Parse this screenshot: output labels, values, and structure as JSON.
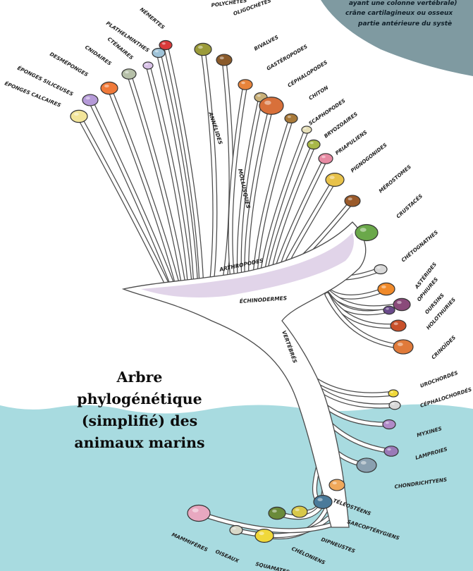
{
  "title_lines": [
    "Arbre phylogénétique",
    "(simplifié) des",
    "animaux marins"
  ],
  "corner_note": [
    "ayant une colonne vertébrale)",
    "crâne cartilagineux ou osseux",
    "partie antérieure du systè"
  ],
  "colors": {
    "sea": "#a8dbe0",
    "bubble": "#7f9aa1",
    "trunk": "#ffffff",
    "trunk_shadow": "#d9c9e3",
    "outline": "#4b4b4b"
  },
  "groups": [
    {
      "id": "annelides",
      "label": "ANNÉLIDES"
    },
    {
      "id": "mollusques",
      "label": "MOLLUSQUES"
    },
    {
      "id": "arthropodes",
      "label": "ARTHROPODES"
    },
    {
      "id": "echinodermes",
      "label": "ÉCHINODERMES"
    },
    {
      "id": "vertebres",
      "label": "VERTÉBRÉS"
    }
  ],
  "taxa": [
    {
      "id": "eponges-calcaires",
      "label": "ÉPONGES CALCAIRES",
      "icon": "sponge-icon",
      "color": "#f3e59a"
    },
    {
      "id": "eponges-siliceuses",
      "label": "ÉPONGES SILICEUSES",
      "icon": "sponge-icon",
      "color": "#b59ad8"
    },
    {
      "id": "desmeponges",
      "label": "DESMÉPONGES",
      "icon": "sponge-icon",
      "color": "#f07a3a"
    },
    {
      "id": "cnidaires",
      "label": "CNIDAIRES",
      "icon": "jellyfish-icon",
      "color": "#b6c0a8"
    },
    {
      "id": "ctenaires",
      "label": "CTÉNAIRES",
      "icon": "comb-jelly-icon",
      "color": "#d9c2e8"
    },
    {
      "id": "plathelminthes",
      "label": "PLATHELMINTHES",
      "icon": "flatworm-icon",
      "color": "#9fc3d8"
    },
    {
      "id": "nemertes",
      "label": "NÉMERTES",
      "icon": "ribbon-worm-icon",
      "color": "#d93a3a"
    },
    {
      "id": "polychetes",
      "label": "POLYCHÈTES",
      "icon": "bristle-worm-icon",
      "color": "#9b9b3a"
    },
    {
      "id": "oligochetes",
      "label": "OLIGOCHÈTES",
      "icon": "earthworm-icon",
      "color": "#8a5a2a"
    },
    {
      "id": "bivalves",
      "label": "BIVALVES",
      "icon": "shell-icon",
      "color": "#e8833a"
    },
    {
      "id": "gasteropodes",
      "label": "GASTÉROPODES",
      "icon": "snail-icon",
      "color": "#c9b078"
    },
    {
      "id": "cephalopodes",
      "label": "CÉPHALOPODES",
      "icon": "octopus-icon",
      "color": "#d8703a"
    },
    {
      "id": "chiton",
      "label": "CHITON",
      "icon": "chiton-icon",
      "color": "#a97a3a"
    },
    {
      "id": "scaphopodes",
      "label": "SCAPHOPODES",
      "icon": "tusk-shell-icon",
      "color": "#e6dfb8"
    },
    {
      "id": "bryozoaires",
      "label": "BRYOZOAIRES",
      "icon": "bryozoan-icon",
      "color": "#a8b848"
    },
    {
      "id": "priapuliens",
      "label": "PRIAPULIENS",
      "icon": "priapulid-icon",
      "color": "#e78aa3"
    },
    {
      "id": "pignogonides",
      "label": "PIGNOGONIDES",
      "icon": "sea-spider-icon",
      "color": "#e8c24a"
    },
    {
      "id": "merostomes",
      "label": "MÉROSTOMES",
      "icon": "horseshoe-crab-icon",
      "color": "#9a5a2a"
    },
    {
      "id": "crustaces",
      "label": "CRUSTACÉS",
      "icon": "crab-icon",
      "color": "#6aa84a"
    },
    {
      "id": "chetognathes",
      "label": "CHÉTOGNATHES",
      "icon": "arrow-worm-icon",
      "color": "#d8d8d8"
    },
    {
      "id": "asterides",
      "label": "ASTÉRIDES",
      "icon": "starfish-icon",
      "color": "#f08a2a"
    },
    {
      "id": "ophiures",
      "label": "OPHIURES",
      "icon": "brittle-star-icon",
      "color": "#8a4a7a"
    },
    {
      "id": "oursins",
      "label": "OURSINS",
      "icon": "sea-urchin-icon",
      "color": "#6a4a8a"
    },
    {
      "id": "holothuries",
      "label": "HOLOTHURIES",
      "icon": "sea-cucumber-icon",
      "color": "#c8502a"
    },
    {
      "id": "crinoides",
      "label": "CRINOÏDES",
      "icon": "crinoid-icon",
      "color": "#e07a3a"
    },
    {
      "id": "urochordes",
      "label": "UROCHORDÉS",
      "icon": "tunicate-icon",
      "color": "#f0d83a"
    },
    {
      "id": "cephalochordes",
      "label": "CÉPHALOCHORDÉS",
      "icon": "lancelet-icon",
      "color": "#d8d8d8"
    },
    {
      "id": "myxines",
      "label": "MYXINES",
      "icon": "hagfish-icon",
      "color": "#b08ac8"
    },
    {
      "id": "lamproies",
      "label": "LAMPROIES",
      "icon": "lamprey-icon",
      "color": "#9a7ab8"
    },
    {
      "id": "chondrichtyens",
      "label": "CHONDRICHTYENS",
      "icon": "shark-icon",
      "color": "#8aa0b0"
    },
    {
      "id": "teleosteens",
      "label": "TÉLÉOSTÉENS",
      "icon": "fish-icon",
      "color": "#f0a85a"
    },
    {
      "id": "sarcopterygiens",
      "label": "SARCOPTÉRYGIENS",
      "icon": "coelacanth-icon",
      "color": "#4a7a9a"
    },
    {
      "id": "dipneustes",
      "label": "DIPNEUSTES",
      "icon": "lungfish-icon",
      "color": "#d8c84a"
    },
    {
      "id": "cheloniens",
      "label": "CHÉLONIENS",
      "icon": "turtle-icon",
      "color": "#6a8a3a"
    },
    {
      "id": "squamates",
      "label": "SQUAMATES",
      "icon": "sea-snake-icon",
      "color": "#f0d83a"
    },
    {
      "id": "oiseaux",
      "label": "OISEAUX",
      "icon": "bird-icon",
      "color": "#d8d8c8"
    },
    {
      "id": "mammiferes",
      "label": "MAMMIFÈRES",
      "icon": "dolphin-icon",
      "color": "#e8a8c0"
    }
  ]
}
